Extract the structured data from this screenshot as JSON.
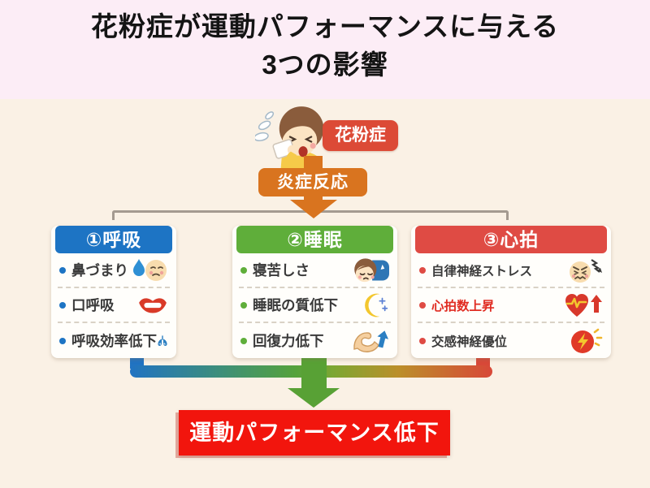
{
  "title": {
    "line1": "花粉症が運動パフォーマンスに与える",
    "line2": "3つの影響"
  },
  "flow": {
    "trigger_label": "花粉症",
    "process_label": "炎症反応",
    "outcome_label": "運動パフォーマンス低下"
  },
  "columns": [
    {
      "header": "①呼吸",
      "color": "#1d74c4",
      "items": [
        {
          "text": "鼻づまり",
          "icon": "stuffy-nose-face-icon",
          "emphasis": false
        },
        {
          "text": "口呼吸",
          "icon": "lips-icon",
          "emphasis": false
        },
        {
          "text": "呼吸効率低下",
          "icon": "lungs-icon",
          "emphasis": false
        }
      ]
    },
    {
      "header": "②睡眠",
      "color": "#5fae3a",
      "items": [
        {
          "text": "寝苦しさ",
          "icon": "sleeping-face-pillow-icon",
          "emphasis": false
        },
        {
          "text": "睡眠の質低下",
          "icon": "crescent-moon-icon",
          "emphasis": false
        },
        {
          "text": "回復力低下",
          "icon": "flexed-arm-up-arrow-icon",
          "emphasis": false
        }
      ]
    },
    {
      "header": "③心拍",
      "color": "#df4b44",
      "items": [
        {
          "text": "自律神経ストレス",
          "icon": "stressed-face-icon",
          "emphasis": false
        },
        {
          "text": "心拍数上昇",
          "icon": "heart-ecg-up-arrow-icon",
          "emphasis": true
        },
        {
          "text": "交感神経優位",
          "icon": "lightning-bolt-icon",
          "emphasis": false
        }
      ]
    }
  ],
  "colors": {
    "title_band_pink": "#fcedf6",
    "canvas_cream": "#faf1e5",
    "trigger_red": "#dc4a36",
    "inflammation_orange": "#d9741f",
    "bracket_gray": "#a49a90",
    "column_blue": "#1d74c4",
    "column_green": "#5fae3a",
    "column_red": "#df4b44",
    "emphasis_red": "#e02c22",
    "outcome_red": "#f2150d",
    "arrow_green": "#58a135"
  }
}
